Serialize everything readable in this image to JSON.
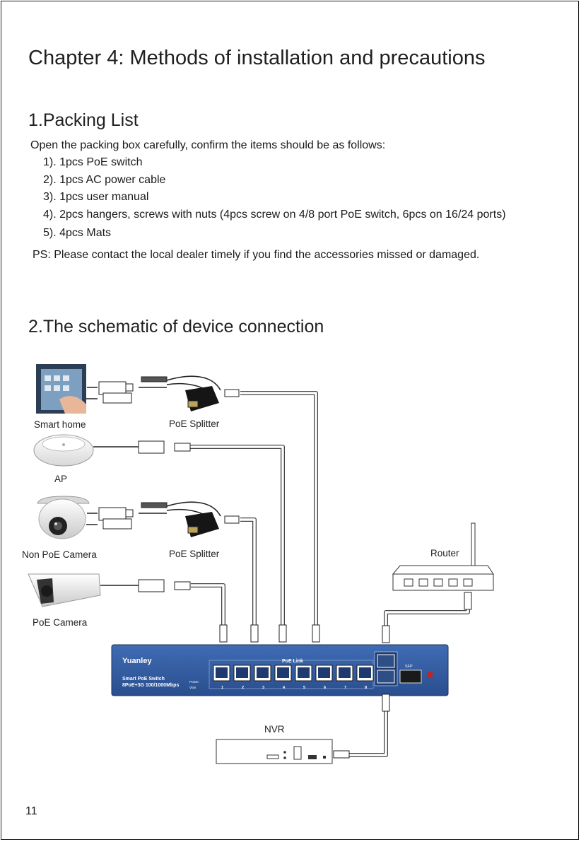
{
  "chapter_title": "Chapter 4: Methods of installation and precautions",
  "packing_list": {
    "title": "1.Packing List",
    "intro": "Open the packing box carefully, confirm the items should be as follows:",
    "items": [
      "1). 1pcs PoE switch",
      "2). 1pcs AC power cable",
      "3). 1pcs user manual",
      "4). 2pcs hangers, screws with nuts (4pcs screw on 4/8 port PoE switch, 6pcs on 16/24 ports)",
      "5). 4pcs Mats"
    ],
    "note": "PS: Please contact the local dealer timely if you find the accessories missed or damaged."
  },
  "schematic": {
    "title": "2.The schematic of device connection",
    "labels": {
      "smart_home": "Smart home",
      "poe_splitter_1": "PoE Splitter",
      "ap": "AP",
      "non_poe_camera": "Non PoE Camera",
      "poe_splitter_2": "PoE Splitter",
      "router": "Router",
      "poe_camera": "PoE Camera",
      "nvr": "NVR"
    },
    "switch": {
      "brand": "Yuanley",
      "model_line1": "Smart PoE Switch",
      "model_line2": "8PoE+3G 100/1000Mbps",
      "poe_link_label": "PoE  Link",
      "power_label": "Power",
      "vlan_label": "Vlan",
      "sfp_label": "SFP",
      "port_numbers": [
        "1",
        "2",
        "3",
        "4",
        "5",
        "6",
        "7",
        "8"
      ]
    }
  },
  "page_number": "11"
}
